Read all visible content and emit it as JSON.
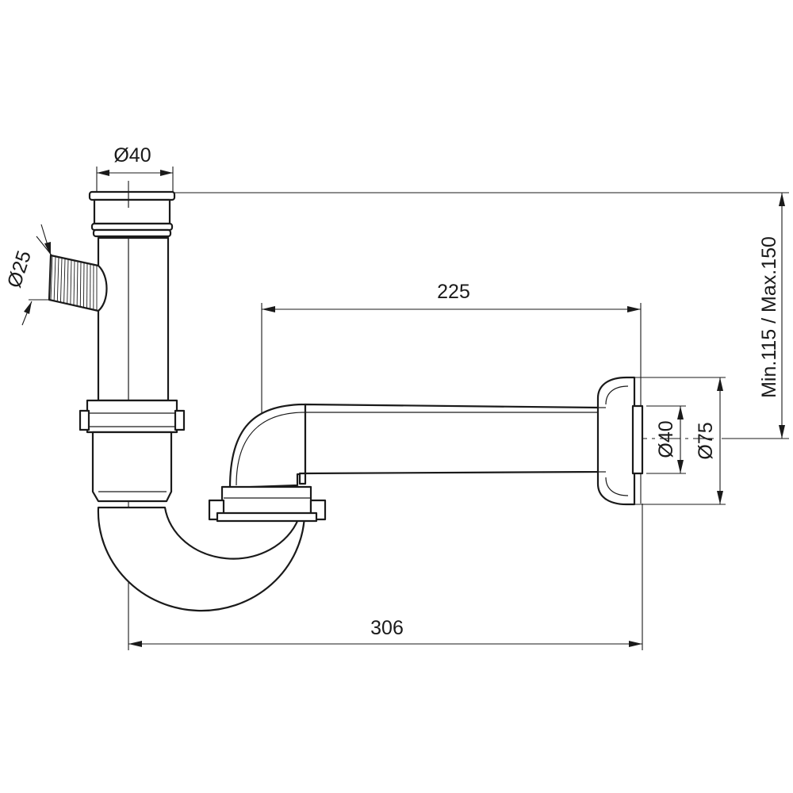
{
  "dimensions": {
    "top_inlet_diameter": "Ø40",
    "side_inlet_diameter": "Ø25",
    "arm_length": "225",
    "overall_length": "306",
    "height_range": "Min.115 / Max.150",
    "outlet_inner_diameter": "Ø40",
    "outlet_rosette_diameter": "Ø75"
  }
}
